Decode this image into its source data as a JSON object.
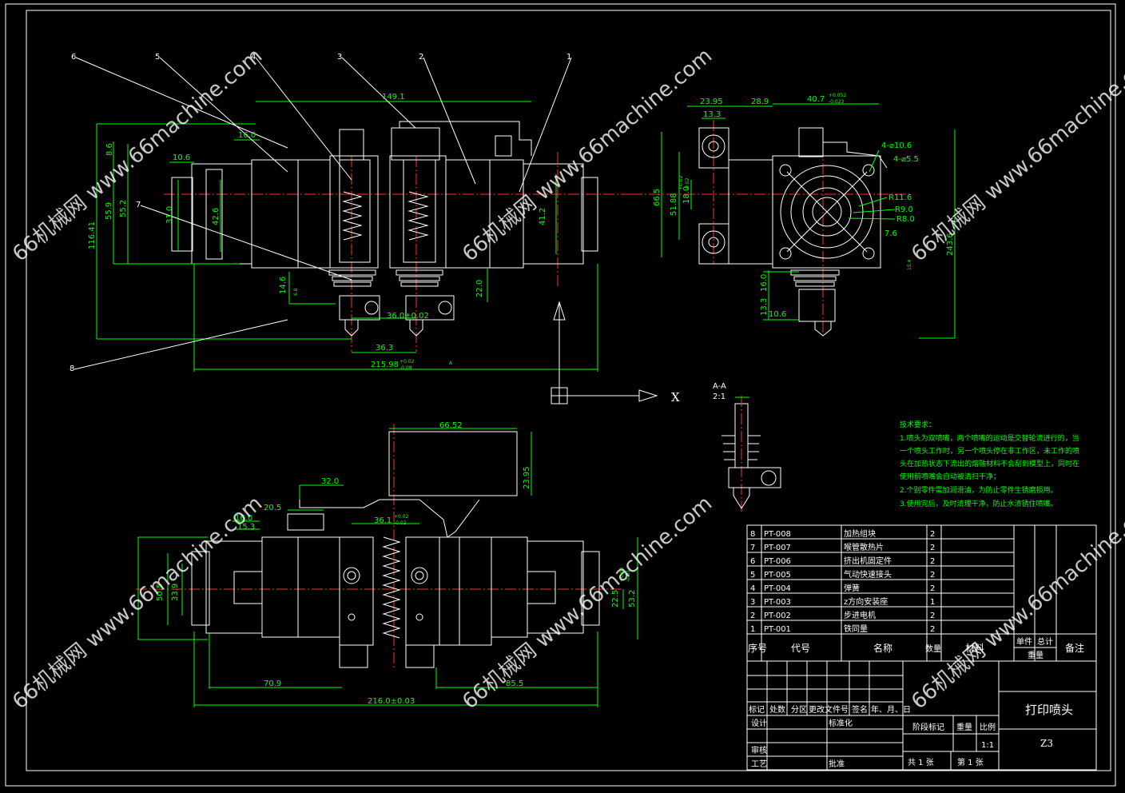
{
  "front_view": {
    "balloons": [
      "6",
      "5",
      "4",
      "3",
      "2",
      "1",
      "7",
      "8"
    ],
    "dims": [
      "149.1",
      "16.0",
      "10.6",
      "8.6",
      "55.9",
      "55.2",
      "116.41",
      "31.0",
      "42.6",
      "41.2",
      "14.6",
      "6.8",
      "22.0",
      "36.0±0.02",
      "36.3",
      "215.98"
    ],
    "tol_215": [
      "+0.02",
      "-0.08"
    ],
    "section_mark": "A"
  },
  "side_view": {
    "dims": [
      "23.95",
      "28.9",
      "40.7",
      "13.3",
      "66.5",
      "51.88",
      "18.0",
      "16.0",
      "13.3",
      "10.6",
      "243.6"
    ],
    "tol_40": [
      "+0.052",
      "-0.023"
    ],
    "tol_518": [
      "+0.02",
      "-0.02"
    ],
    "callouts": [
      "4-⌀10.6",
      "4-⌀5.5",
      "R11.6",
      "R9.0",
      "R8.0",
      "7.6",
      "15.4"
    ]
  },
  "top_view": {
    "dims": [
      "66.52",
      "23.95",
      "32.0",
      "20.5",
      "16.0",
      "15.3",
      "36.1",
      "50.5",
      "33.9",
      "22.5",
      "53.2",
      "70.9",
      "85.5",
      "216.0±0.03"
    ],
    "tol_361": [
      "+0.02",
      "-0.02"
    ],
    "tol_532": [
      "+0.02",
      "-0.01"
    ]
  },
  "section_label": {
    "name": "A-A",
    "scale": "2:1"
  },
  "axis_x": "X",
  "notes": {
    "title": "技术要求：",
    "lines": [
      "1.喷头为双喷嘴，两个喷嘴的运动是交替轮流进行的，当",
      "一个喷头工作时，另一个喷头停在非工作区，未工作的喷",
      "头在加热状态下流出的熔融材料不会刮到模型上，同时在",
      "使用前喷嘴会自动被清扫干净；",
      "2.个别零件需加润滑油，为防止零件生锈磨损用。",
      "3.使用完后，及时清理干净，防止水渍锈住喷嘴。"
    ]
  },
  "bom": {
    "rows": [
      {
        "no": "8",
        "code": "PT-008",
        "name": "加热组块",
        "qty": "2"
      },
      {
        "no": "7",
        "code": "PT-007",
        "name": "喉管散热片",
        "qty": "2"
      },
      {
        "no": "6",
        "code": "PT-006",
        "name": "挤出机固定件",
        "qty": "2"
      },
      {
        "no": "5",
        "code": "PT-005",
        "name": "气动快速接头",
        "qty": "2"
      },
      {
        "no": "4",
        "code": "PT-004",
        "name": "弹簧",
        "qty": "2"
      },
      {
        "no": "3",
        "code": "PT-003",
        "name": "z方向安装座",
        "qty": "1"
      },
      {
        "no": "2",
        "code": "PT-002",
        "name": "步进电机",
        "qty": "2"
      },
      {
        "no": "1",
        "code": "PT-001",
        "name": "铁同量",
        "qty": "2"
      }
    ],
    "header": {
      "no": "序号",
      "code": "代号",
      "name": "名称",
      "qty": "数量",
      "material": "材料",
      "unit": "单件",
      "total": "总计",
      "weight": "重量",
      "remark": "备注"
    }
  },
  "title_block": {
    "labels": [
      "标记",
      "处数",
      "分区",
      "更改文件号",
      "签名",
      "年、月、日"
    ],
    "design": "设计",
    "standard": "标准化",
    "stage": "阶段标记",
    "weight": "重量",
    "scale_label": "比例",
    "scale": "1:1",
    "review": "审核",
    "process": "工艺",
    "approve": "批准",
    "sheets": "共 1 张",
    "sheet_no": "第 1 张",
    "title": "打印喷头",
    "code": "Z3"
  },
  "watermarks": [
    "66机械网 www.66machine.com",
    "66机械网 www.66machine.com",
    "66机械网 www.66machine.com",
    "66机械网 www.66machine.com",
    "66机械网 www.66machine.com",
    "66机械网 www.66machine.com"
  ]
}
